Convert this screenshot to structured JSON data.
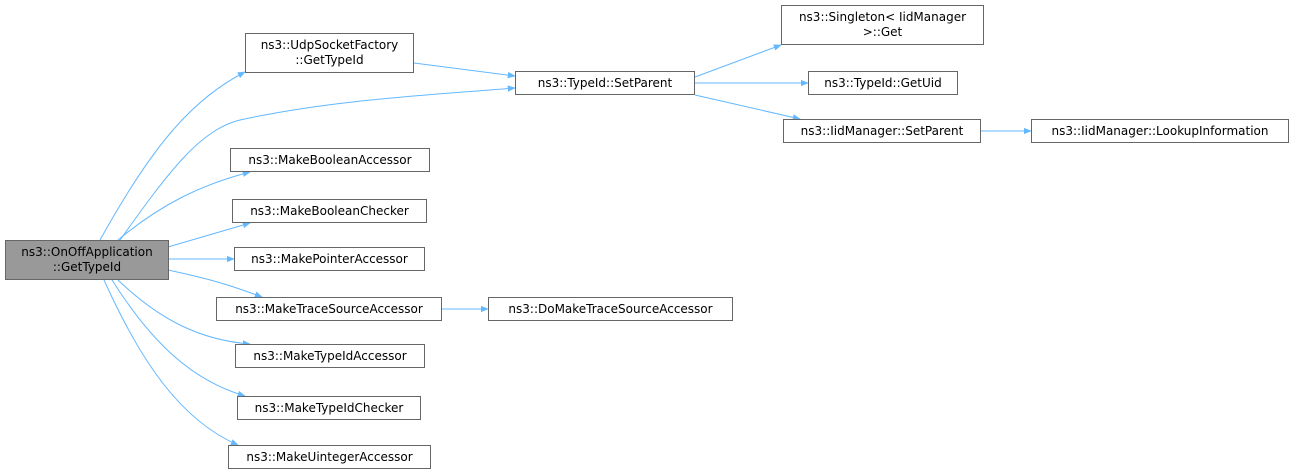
{
  "graph": {
    "edge_color": "#63b8ff",
    "root_fill": "#999999",
    "node_fill": "#ffffff",
    "node_border": "#666666",
    "nodes": {
      "onoff": [
        "ns3::OnOffApplication",
        "::GetTypeId"
      ],
      "udp": [
        "ns3::UdpSocketFactory",
        "::GetTypeId"
      ],
      "setparent": [
        "ns3::TypeId::SetParent"
      ],
      "singleton": [
        "ns3::Singleton< IidManager",
        ">::Get"
      ],
      "getuid": [
        "ns3::TypeId::GetUid"
      ],
      "iidsetparent": [
        "ns3::IidManager::SetParent"
      ],
      "lookup": [
        "ns3::IidManager::LookupInformation"
      ],
      "boolacc": [
        "ns3::MakeBooleanAccessor"
      ],
      "boolchk": [
        "ns3::MakeBooleanChecker"
      ],
      "ptracc": [
        "ns3::MakePointerAccessor"
      ],
      "traceacc": [
        "ns3::MakeTraceSourceAccessor"
      ],
      "dotrace": [
        "ns3::DoMakeTraceSourceAccessor"
      ],
      "typeidacc": [
        "ns3::MakeTypeIdAccessor"
      ],
      "typeidchk": [
        "ns3::MakeTypeIdChecker"
      ],
      "uintacc": [
        "ns3::MakeUintegerAccessor"
      ]
    }
  }
}
